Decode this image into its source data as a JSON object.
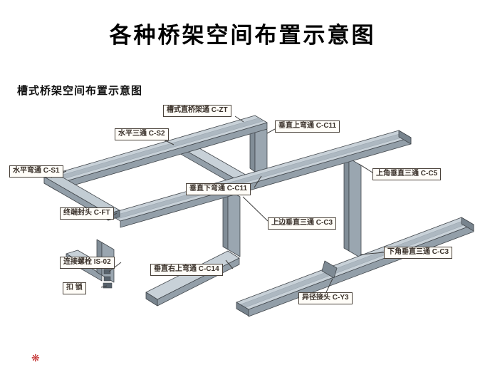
{
  "page": {
    "title": "各种桥架空间布置示意图",
    "subtitle": "槽式桥架空间布置示意图",
    "watermark": "❋"
  },
  "colors": {
    "tray_top": "#c8d1d8",
    "tray_inner": "#adb8c1",
    "tray_side": "#939fa9",
    "tray_end_cap": "#78848e",
    "outline": "#43484d",
    "label_border": "#4a423a",
    "label_text": "#3a312a",
    "watermark_red": "#c43030"
  },
  "labels": [
    {
      "id": "c-zt",
      "text": "槽式直桥架通 C-ZT"
    },
    {
      "id": "c-s2",
      "text": "水平三通 C-S2"
    },
    {
      "id": "c-c11-up",
      "text": "垂直上弯通 C-C11"
    },
    {
      "id": "c-s1",
      "text": "水平弯通 C-S1"
    },
    {
      "id": "c-c11-down",
      "text": "垂直下弯通 C-C11"
    },
    {
      "id": "c-c5",
      "text": "上角垂直三通 C-C5"
    },
    {
      "id": "c-ft",
      "text": "终端封头 C-FT"
    },
    {
      "id": "c-c3-top",
      "text": "上边垂直三通 C-C3"
    },
    {
      "id": "is-02",
      "text": "连接螺栓 IS-02"
    },
    {
      "id": "c-c14",
      "text": "垂直右上弯通 C-C14"
    },
    {
      "id": "c-c3-bottom",
      "text": "下角垂直三通 C-C3"
    },
    {
      "id": "kousuo",
      "text": "扣  锁"
    },
    {
      "id": "c-y3",
      "text": "异径接头 C-Y3"
    }
  ]
}
